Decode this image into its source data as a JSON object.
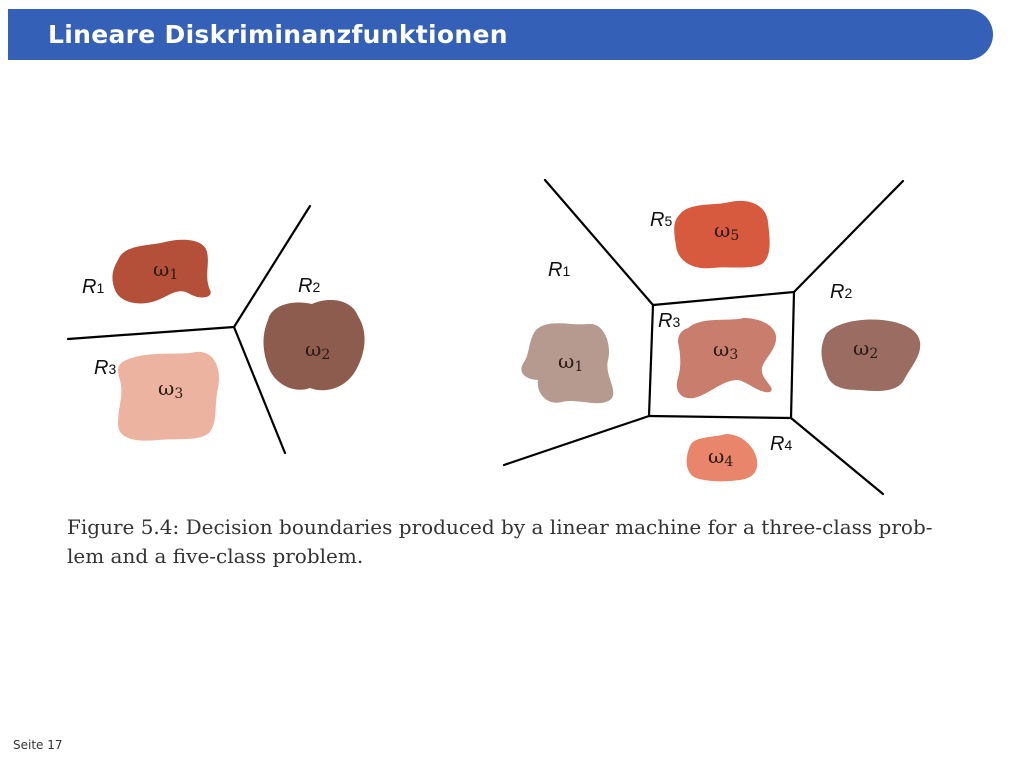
{
  "header": {
    "title": "Lineare Diskriminanzfunktionen"
  },
  "figure": {
    "left": {
      "regions": [
        {
          "letter": "R",
          "sub": "1"
        },
        {
          "letter": "R",
          "sub": "2"
        },
        {
          "letter": "R",
          "sub": "3"
        }
      ],
      "classes": [
        {
          "label": "ω",
          "sub": "1",
          "color": "#b4503a"
        },
        {
          "label": "ω",
          "sub": "2",
          "color": "#ecb4a0"
        },
        {
          "label": "ω",
          "sub": "3",
          "color": "#8e5b4f"
        }
      ]
    },
    "right": {
      "regions": [
        {
          "letter": "R",
          "sub": "1"
        },
        {
          "letter": "R",
          "sub": "2"
        },
        {
          "letter": "R",
          "sub": "3"
        },
        {
          "letter": "R",
          "sub": "4"
        },
        {
          "letter": "R",
          "sub": "5"
        }
      ],
      "classes": [
        {
          "label": "ω",
          "sub": "1",
          "color": "#b69a90"
        },
        {
          "label": "ω",
          "sub": "2",
          "color": "#9a6c62"
        },
        {
          "label": "ω",
          "sub": "3",
          "color": "#c97e6d"
        },
        {
          "label": "ω",
          "sub": "4",
          "color": "#e8856a"
        },
        {
          "label": "ω",
          "sub": "5",
          "color": "#d85a3e"
        }
      ]
    },
    "caption": {
      "line1": "Figure 5.4: Decision boundaries produced by a linear machine for a three-class prob-",
      "line2": "lem and a five-class problem."
    }
  },
  "footer": {
    "page": "Seite 17"
  }
}
